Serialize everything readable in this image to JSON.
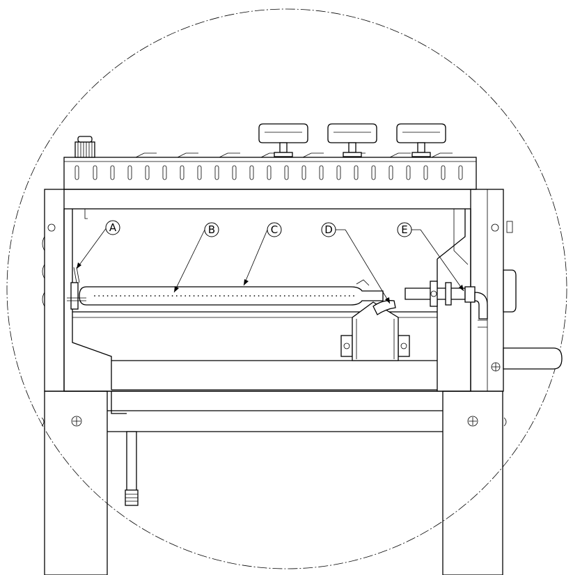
{
  "callouts": [
    {
      "id": "A",
      "label": "A"
    },
    {
      "id": "B",
      "label": "B"
    },
    {
      "id": "C",
      "label": "C"
    },
    {
      "id": "D",
      "label": "D"
    },
    {
      "id": "E",
      "label": "E"
    }
  ],
  "colors": {
    "line": "#000000",
    "background": "#ffffff"
  }
}
